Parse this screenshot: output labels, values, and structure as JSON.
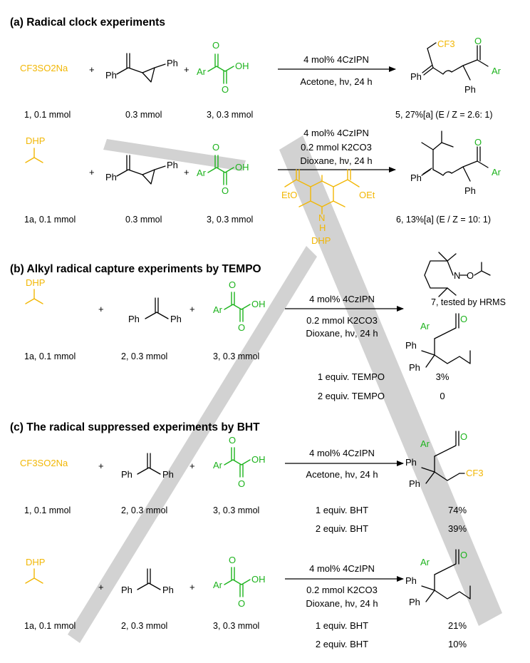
{
  "sections": {
    "a_title": "(a) Radical clock experiments",
    "b_title": "(b) Alkyl radical capture experiments by TEMPO",
    "c_title": "(c) The radical  suppressed experiments by BHT"
  },
  "reagents": {
    "cf3so2na": "CF3SO2Na",
    "dhp": "DHP",
    "ph": "Ph",
    "ar": "Ar",
    "oh": "OH",
    "o": "O",
    "plus": "+",
    "cf3": "CF3",
    "n": "N",
    "h": "H",
    "et_o": "EtO",
    "o_et": "OEt"
  },
  "labels": {
    "l1": "1, 0.1 mmol",
    "l1a": "1a, 0.1 mmol",
    "l03": "0.3 mmol",
    "l2": "2, 0.3 mmol",
    "l3": "3, 0.3 mmol"
  },
  "conditions": {
    "cat": "4 mol% 4CzIPN",
    "acetone": "Acetone, hν, 24 h",
    "k2co3": "0.2 mmol K2CO3",
    "dioxane": "Dioxane, hν, 24 h"
  },
  "products": {
    "p5": "5, 27%[a]  (E / Z = 2.6: 1)",
    "p6": "6, 13%[a]  (E / Z = 10: 1)",
    "p7": "7, tested by HRMS"
  },
  "results": {
    "b": [
      {
        "condition": "1 equiv. TEMPO",
        "yield": "3%"
      },
      {
        "condition": "2 equiv. TEMPO",
        "yield": "0"
      }
    ],
    "c1": [
      {
        "condition": "1 equiv. BHT",
        "yield": "74%"
      },
      {
        "condition": "2 equiv. BHT",
        "yield": "39%"
      }
    ],
    "c2": [
      {
        "condition": "1 equiv. BHT",
        "yield": "21%"
      },
      {
        "condition": "2 equiv. BHT",
        "yield": "10%"
      }
    ]
  },
  "colors": {
    "radical_precursor": "#f2b705",
    "keto_acid": "#1db31d",
    "watermark": "#d2d2d2"
  }
}
